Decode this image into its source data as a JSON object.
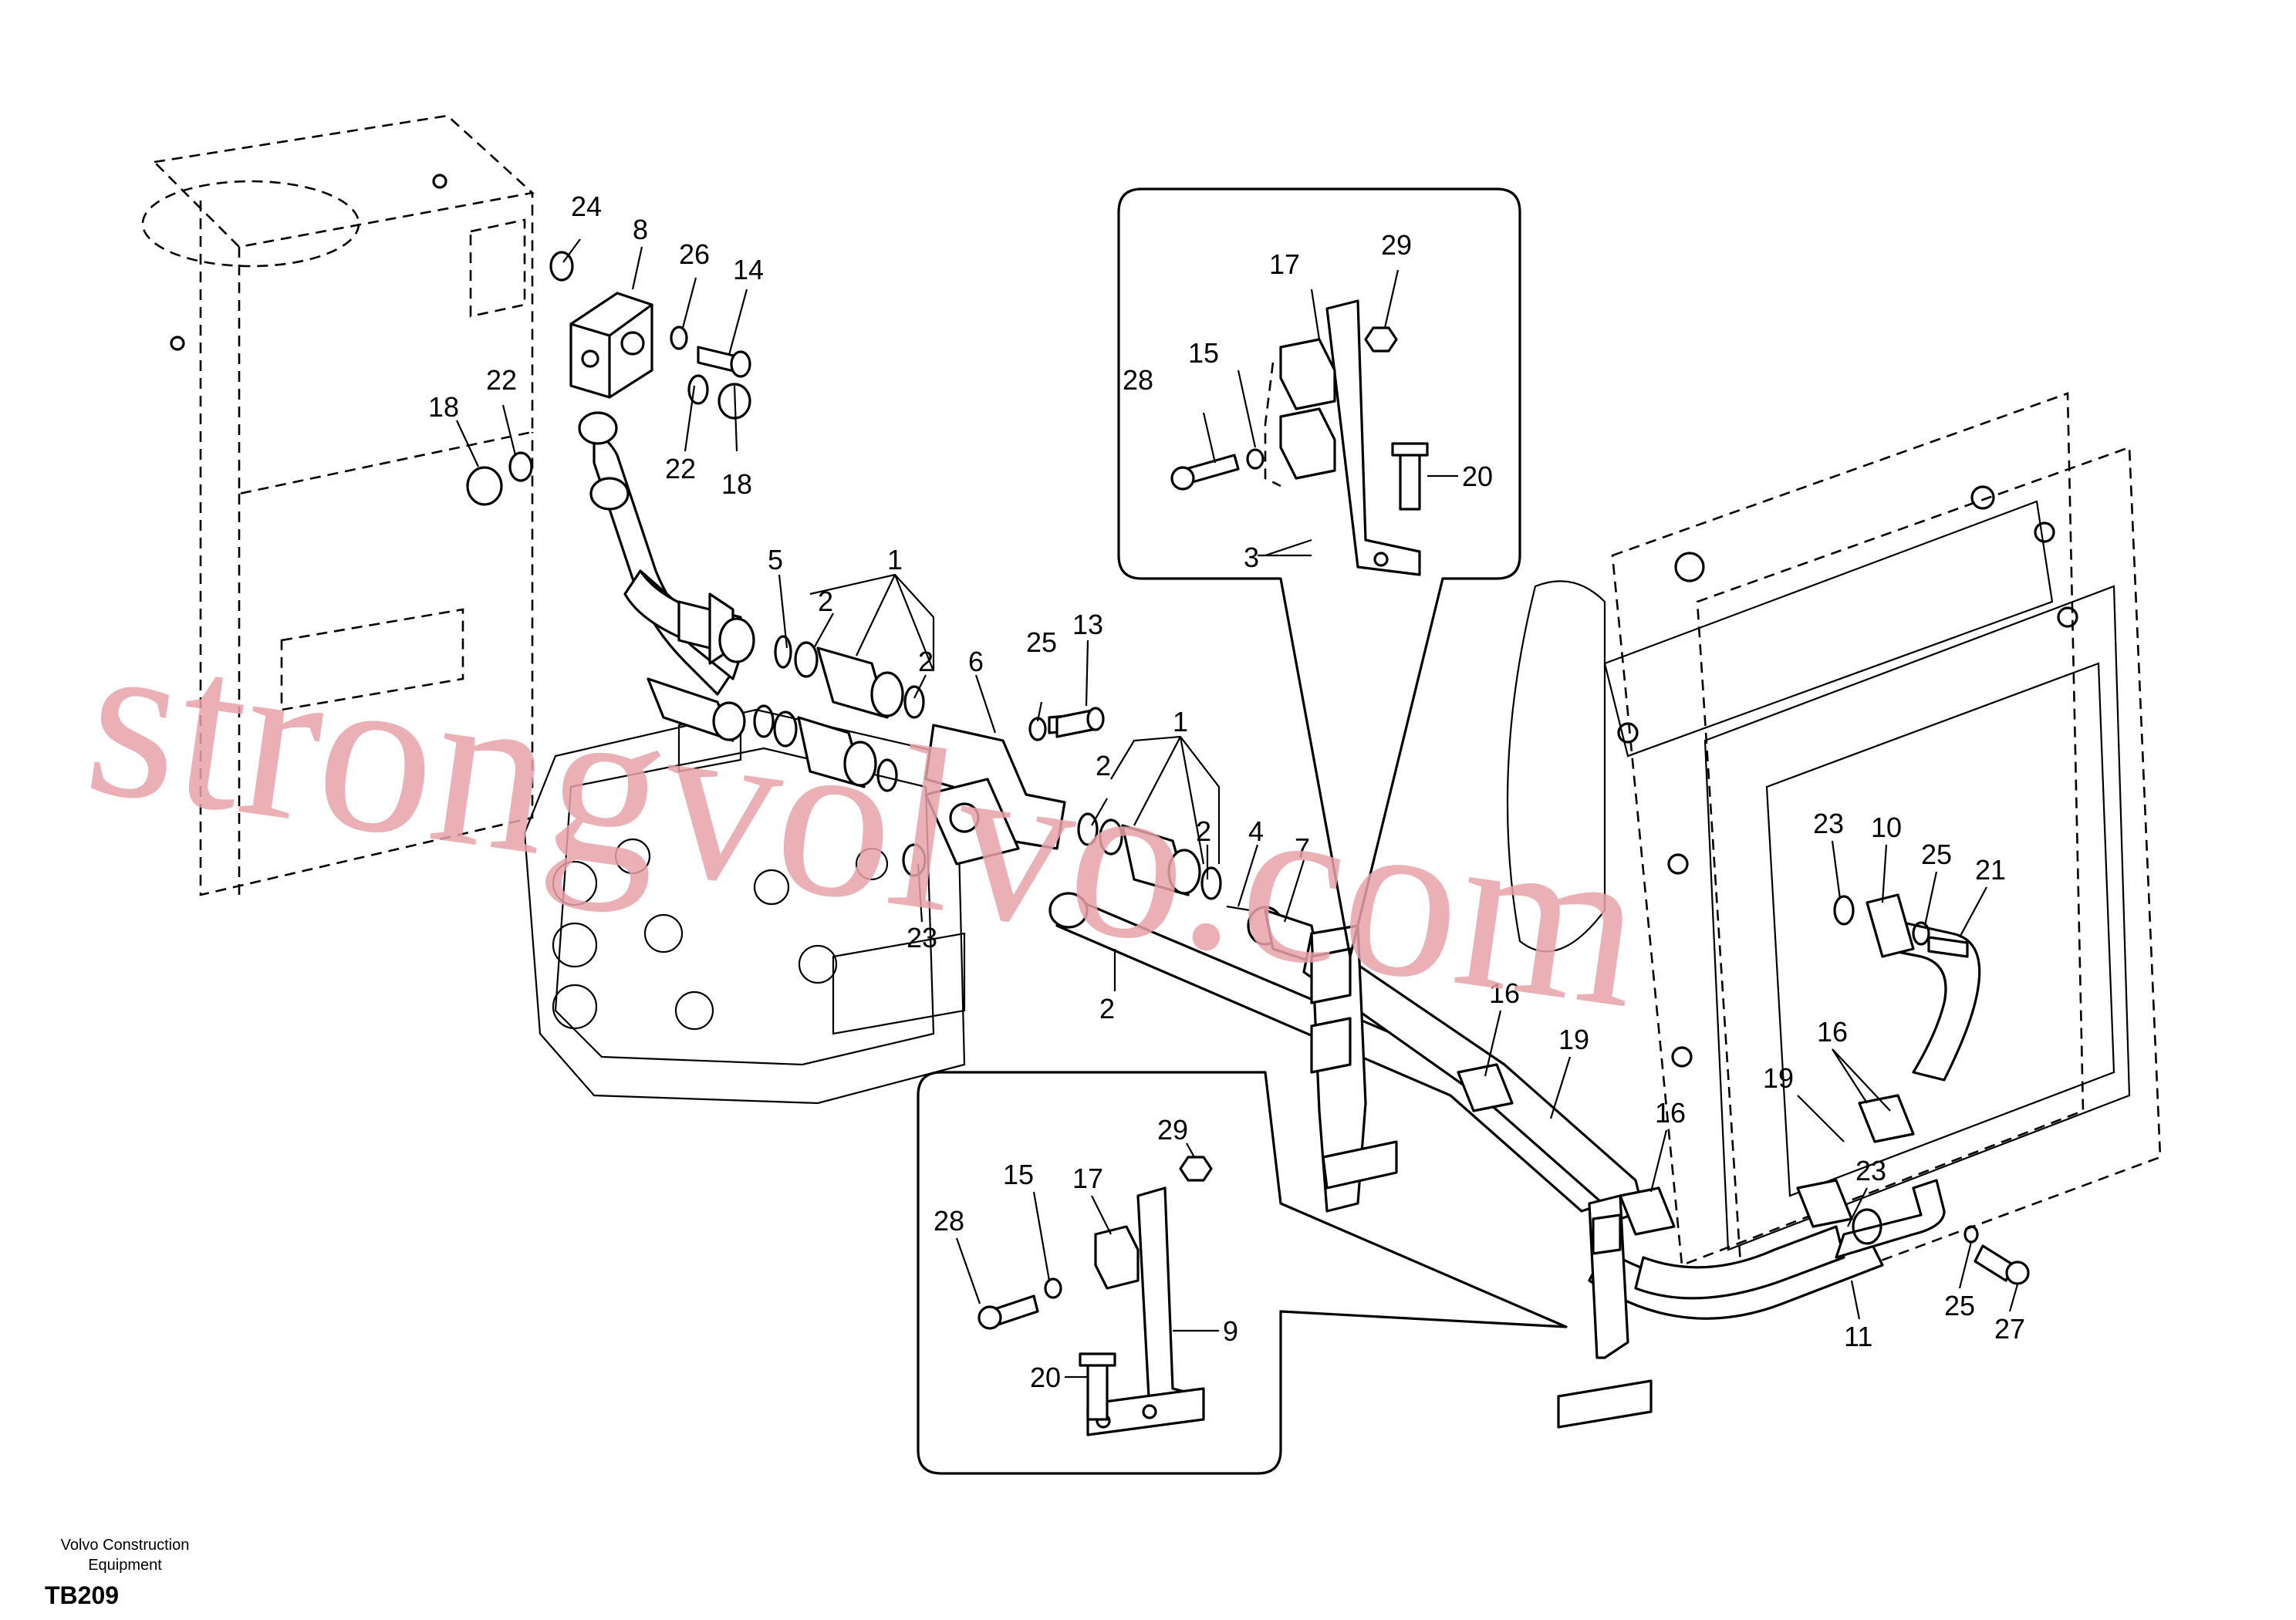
{
  "watermark": "strongvolvo.com",
  "footer": {
    "company": "Volvo Construction Equipment",
    "code": "TB209"
  },
  "callouts": {
    "c24": "24",
    "c8": "8",
    "c26": "26",
    "c14": "14",
    "c22a": "22",
    "c18a": "18",
    "c22b": "22",
    "c18b": "18",
    "c5": "5",
    "c2a": "2",
    "c1a": "1",
    "c2b": "2",
    "c6": "6",
    "c25a": "25",
    "c13": "13",
    "c1b": "1",
    "c2c": "2",
    "c2d": "2",
    "c4": "4",
    "c7": "7",
    "c23a": "23",
    "c2e": "2",
    "c17a": "17",
    "c29a": "29",
    "c15a": "15",
    "c28a": "28",
    "c20a": "20",
    "c3": "3",
    "c16a": "16",
    "c19a": "19",
    "c16b": "16",
    "c16c": "16",
    "c19b": "19",
    "c23b": "23",
    "c10": "10",
    "c25b": "25",
    "c21": "21",
    "c23c": "23",
    "c11": "11",
    "c25c": "25",
    "c27": "27",
    "c17b": "17",
    "c29b": "29",
    "c15b": "15",
    "c28b": "28",
    "c20b": "20",
    "c9": "9"
  }
}
